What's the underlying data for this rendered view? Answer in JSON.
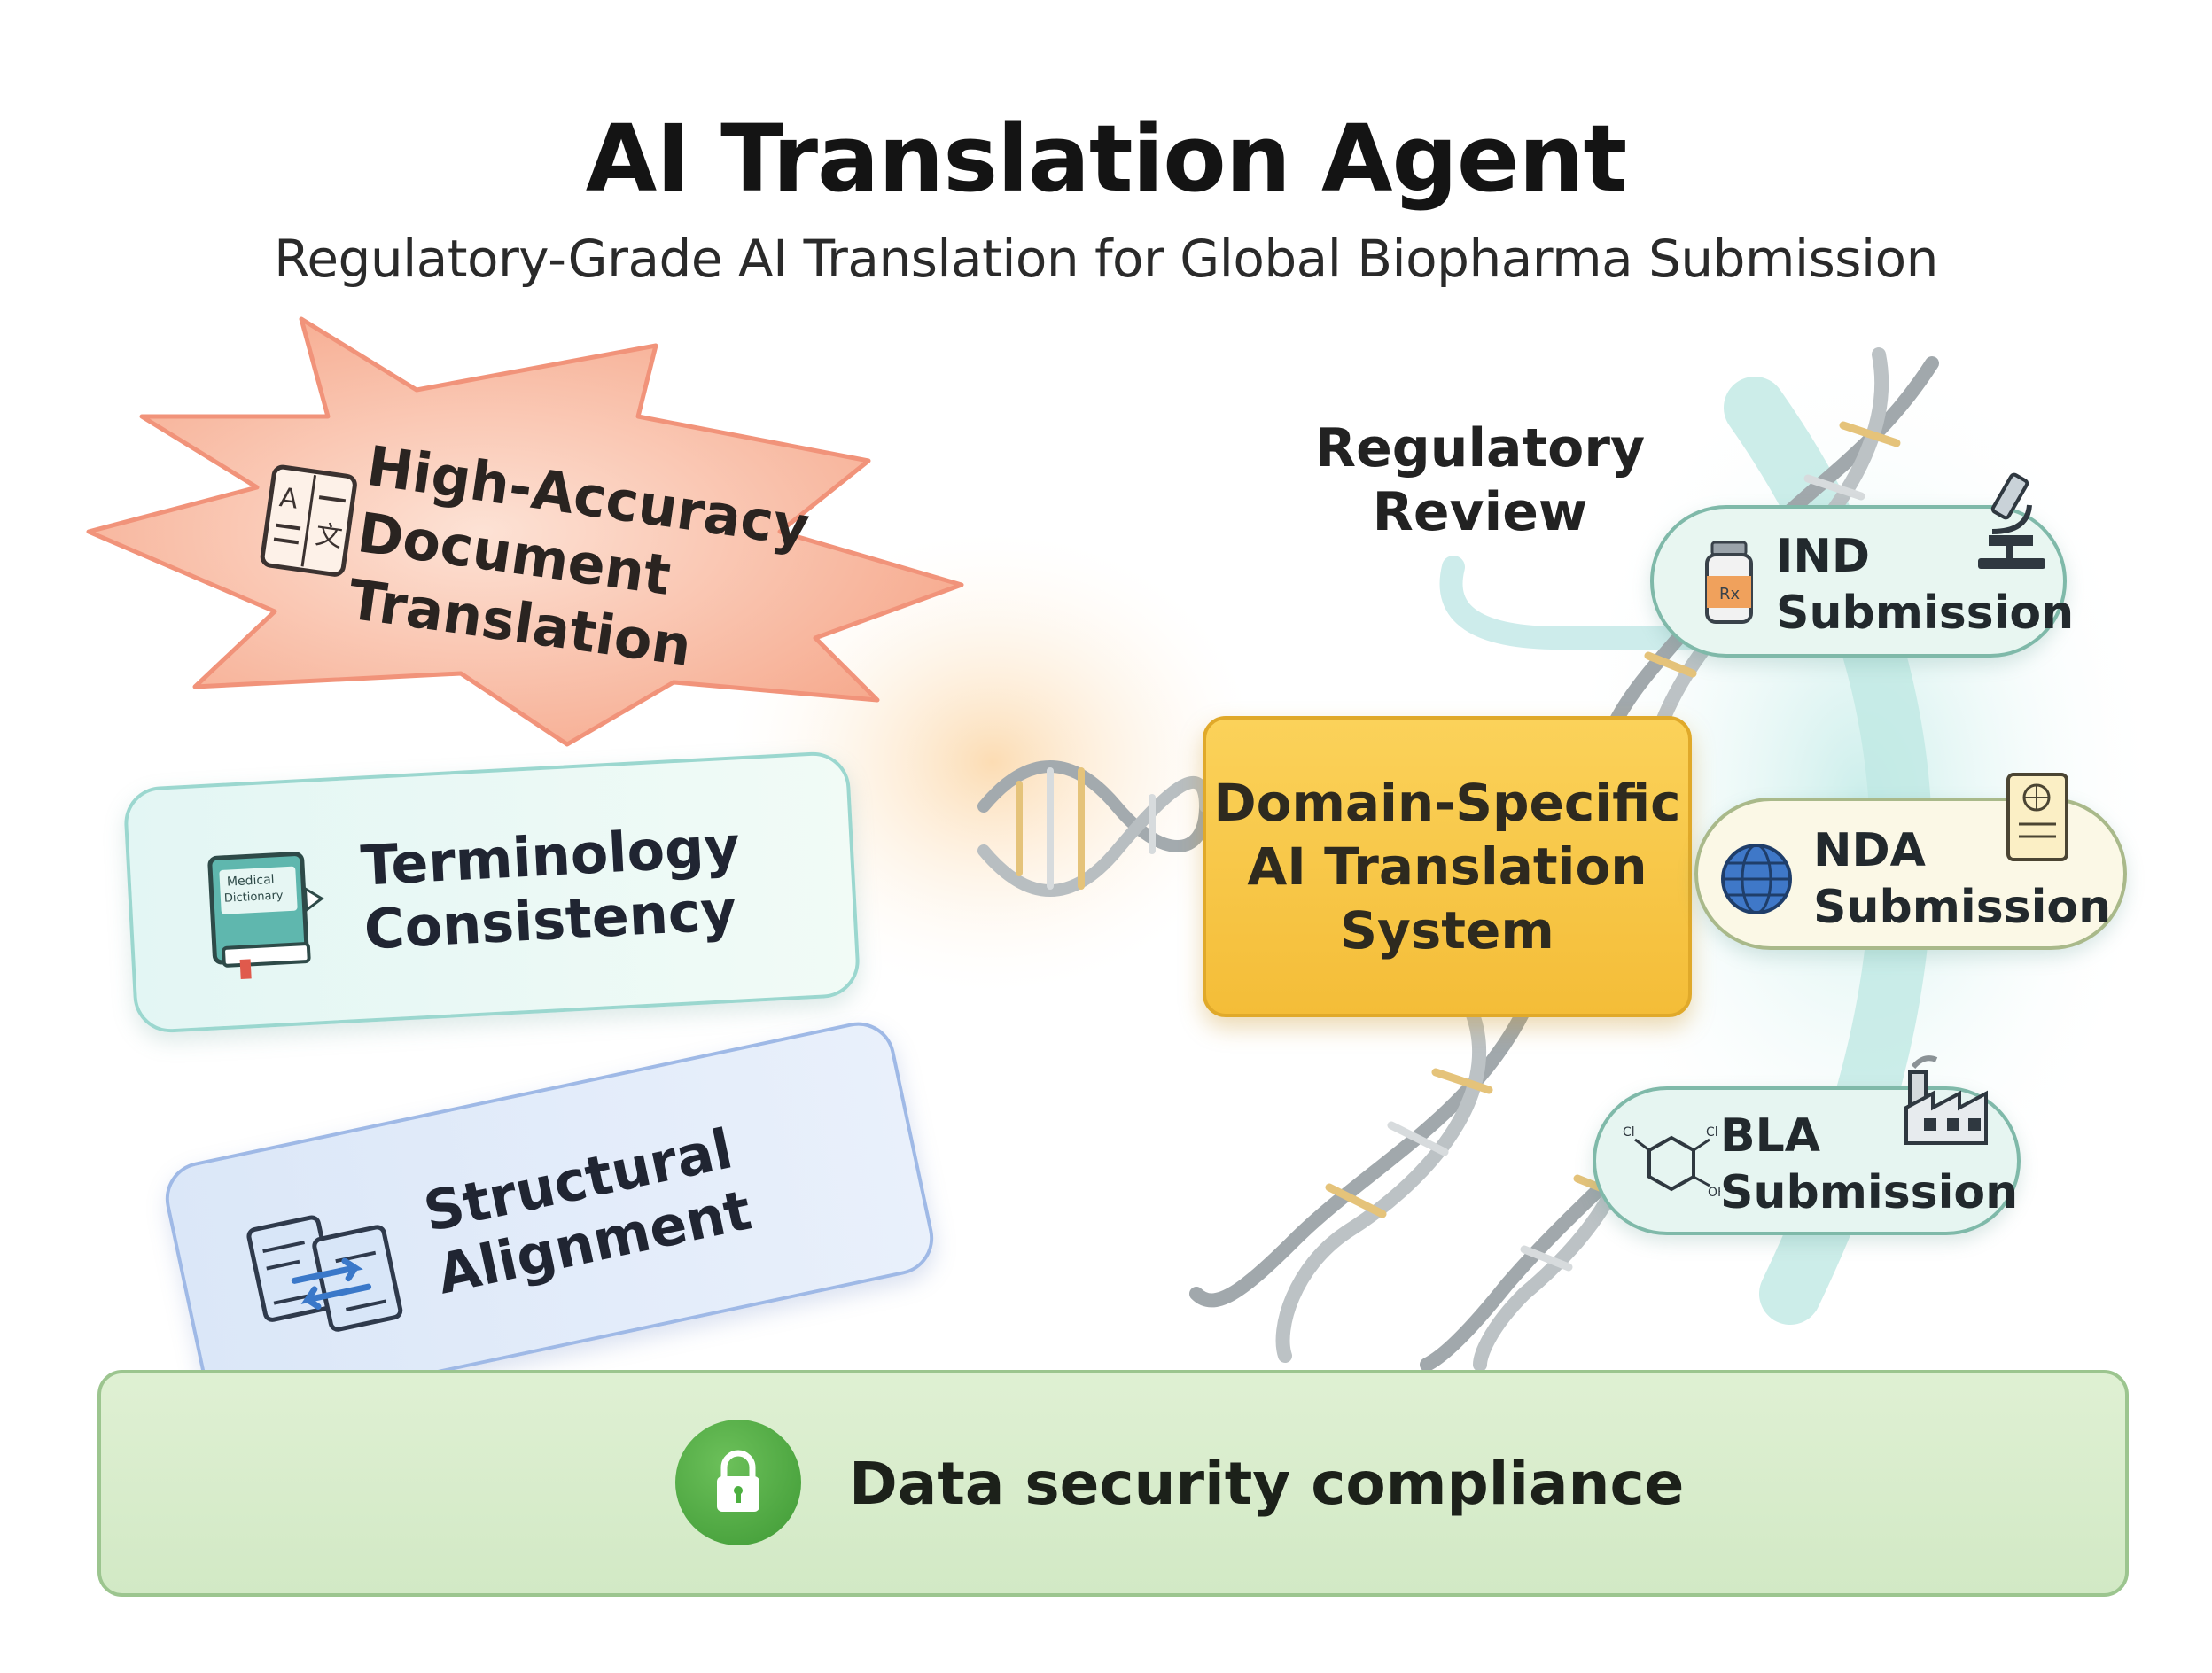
{
  "header": {
    "title": "AI Translation Agent",
    "subtitle": "Regulatory-Grade AI Translation for Global Biopharma Submission"
  },
  "features": {
    "accuracy": "High-Accuracy\nDocument\nTranslation",
    "terminology": "Terminology\nConsistency",
    "terminology_book_label": "Medical\nDictionary",
    "structural": "Structural\nAlignment"
  },
  "center": {
    "system_label": "Domain-Specific\nAI Translation\nSystem"
  },
  "regulatory": {
    "review_label": "Regulatory\nReview",
    "submissions": [
      {
        "label": "IND\nSubmission",
        "icon": "microscope-icon"
      },
      {
        "label": "NDA\nSubmission",
        "icon": "globe-icon"
      },
      {
        "label": "BLA\nSubmission",
        "icon": "factory-icon"
      }
    ]
  },
  "footer": {
    "security_label": "Data security compliance"
  },
  "colors": {
    "burst": "#f7b49c",
    "terminology_card": "#e3f6f4",
    "structural_card": "#dbe7f8",
    "center_box": "#f7c844",
    "security_bar": "#d8edcb",
    "lock": "#4caf3f",
    "dna_strand": "#9aa2a6",
    "dna_rung": "#e5c37a"
  }
}
